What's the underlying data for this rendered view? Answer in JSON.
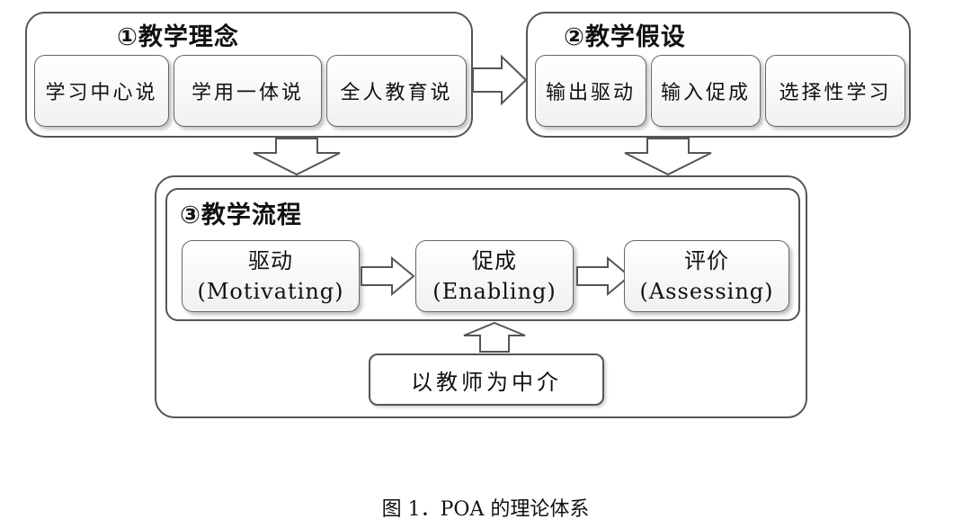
{
  "section1": {
    "title": "①教学理念",
    "items": [
      "学习中心说",
      "学用一体说",
      "全人教育说"
    ]
  },
  "section2": {
    "title": "②教学假设",
    "items": [
      "输出驱动",
      "输入促成",
      "选择性学习"
    ]
  },
  "section3": {
    "title": "③教学流程",
    "stages": [
      {
        "cn": "驱动",
        "en": "(Motivating)"
      },
      {
        "cn": "促成",
        "en": "(Enabling)"
      },
      {
        "cn": "评价",
        "en": "(Assessing)"
      }
    ],
    "mediator": "以教师为中介"
  },
  "caption": "图 1．POA 的理论体系"
}
